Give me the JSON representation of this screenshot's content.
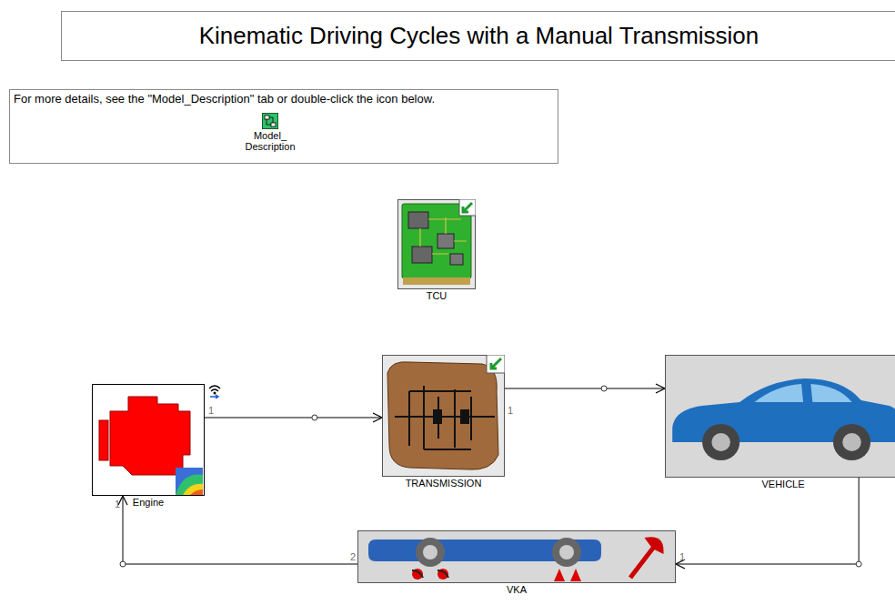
{
  "diagram": {
    "title": "Kinematic Driving Cycles with a Manual Transmission",
    "nodes": [
      {
        "text": [
          "For more details, see the \"Model_Description\" tab or double-click the icon below.",
          "Model_ Description"
        ]
      },
      {
        "text": [
          "TCU"
        ]
      },
      {
        "text": [
          "Engine"
        ]
      },
      {
        "text": [
          "TRANSMISSION"
        ]
      },
      {
        "text": [
          "VEHICLE"
        ]
      },
      {
        "text": [
          "VKA"
        ]
      }
    ],
    "edges": [
      {
        "from": 2,
        "to": 3,
        "arrow": "to"
      },
      {
        "from": 3,
        "to": 4,
        "arrow": "to"
      },
      {
        "from": 4,
        "to": 5,
        "arrow": "to"
      },
      {
        "from": 5,
        "to": 2,
        "arrow": "to"
      }
    ],
    "labels": [
      "1",
      "1",
      "1",
      "2",
      "1"
    ]
  }
}
